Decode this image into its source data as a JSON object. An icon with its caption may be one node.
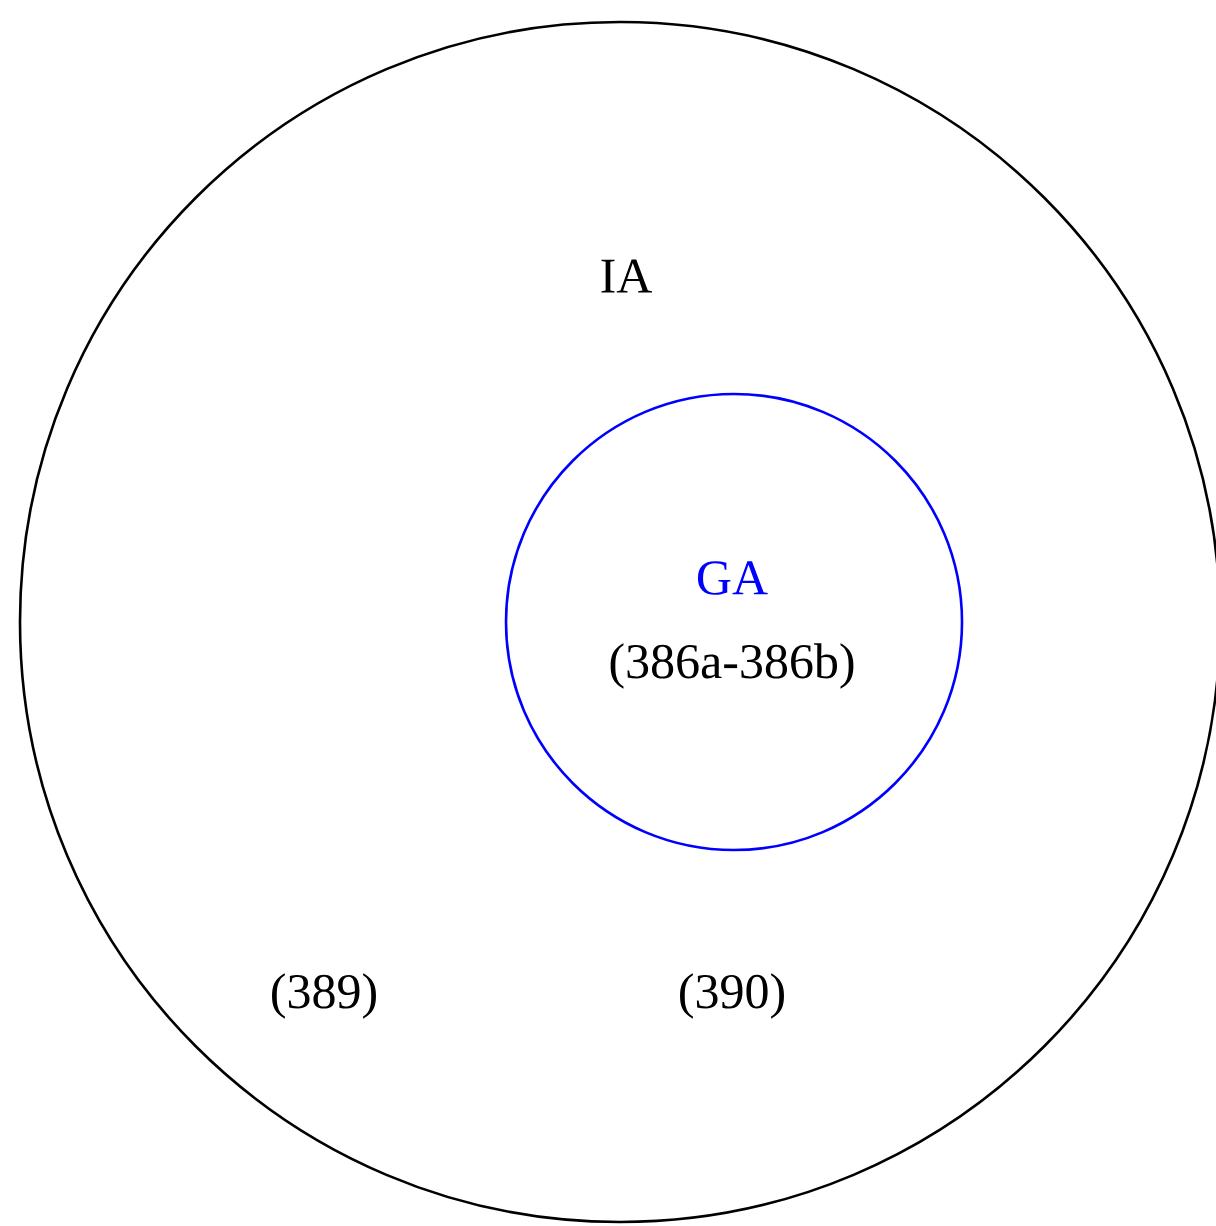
{
  "diagram": {
    "nodes": [
      {
        "text": [
          "IA"
        ]
      },
      {
        "text": [
          "GA",
          "(386a-386b)"
        ],
        "in": 0
      }
    ],
    "labels": [
      "(389)",
      "(390)"
    ]
  }
}
